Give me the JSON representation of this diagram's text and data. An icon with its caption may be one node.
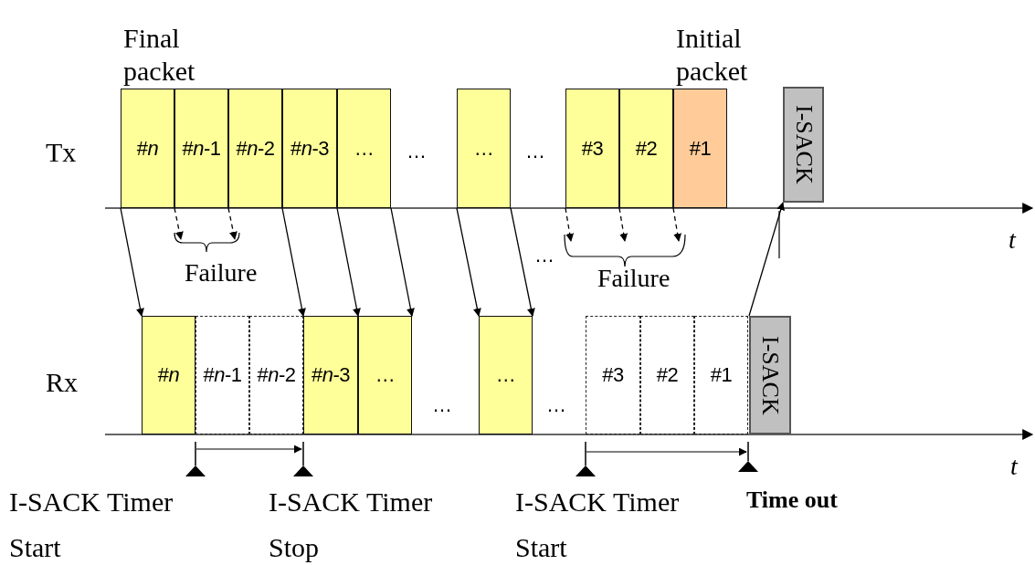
{
  "diagram": {
    "nodes": [
      {
        "text": [
          "#*n*"
        ],
        "beside": [
          "Final packet"
        ]
      },
      {
        "text": [
          "#*n*-1"
        ]
      },
      {
        "text": [
          "#*n*-2"
        ]
      },
      {
        "text": [
          "#*n*-3"
        ]
      },
      {
        "text": [
          "…"
        ]
      },
      {
        "text": [
          "…"
        ]
      },
      {
        "text": [
          "#3"
        ]
      },
      {
        "text": [
          "#2"
        ]
      },
      {
        "text": [
          "#1"
        ],
        "beside": [
          "Initial packet"
        ]
      },
      {
        "text": [
          "I-SACK"
        ]
      },
      {
        "text": [
          "#*n*"
        ]
      },
      {
        "text": [
          "#*n*-1"
        ]
      },
      {
        "text": [
          "#*n*-2"
        ]
      },
      {
        "text": [
          "#*n*-3"
        ]
      },
      {
        "text": [
          "…"
        ]
      },
      {
        "text": [
          "…"
        ]
      },
      {
        "text": [
          "#3"
        ]
      },
      {
        "text": [
          "#2"
        ]
      },
      {
        "text": [
          "#1"
        ]
      },
      {
        "text": [
          "I-SACK"
        ]
      }
    ],
    "edges": [
      {
        "from": 0,
        "to": 10,
        "arrow": "to"
      },
      {
        "from": 1,
        "to": null,
        "arrow": "to",
        "style": "dashed"
      },
      {
        "from": 2,
        "to": null,
        "arrow": "to",
        "style": "dashed"
      },
      {
        "from": 3,
        "to": 13,
        "arrow": "to"
      },
      {
        "from": 4,
        "to": 14,
        "arrow": "to"
      },
      {
        "from": 4,
        "to": 14,
        "arrow": "to"
      },
      {
        "from": 5,
        "to": 15,
        "arrow": "to"
      },
      {
        "from": 5,
        "to": 15,
        "arrow": "to"
      },
      {
        "from": 6,
        "to": null,
        "arrow": "to",
        "style": "dashed"
      },
      {
        "from": 7,
        "to": null,
        "arrow": "to",
        "style": "dashed"
      },
      {
        "from": 8,
        "to": null,
        "arrow": "to",
        "style": "dashed"
      },
      {
        "from": 19,
        "to": 9,
        "arrow": "to"
      }
    ],
    "labels": [
      "Tx",
      "…",
      "…",
      "Failure",
      "…",
      "Failure",
      "t",
      "Rx",
      "…",
      "…",
      "t",
      "I-SACK Timer Start",
      "I-SACK Timer Stop",
      "I-SACK Timer Start",
      "Time out"
    ]
  }
}
